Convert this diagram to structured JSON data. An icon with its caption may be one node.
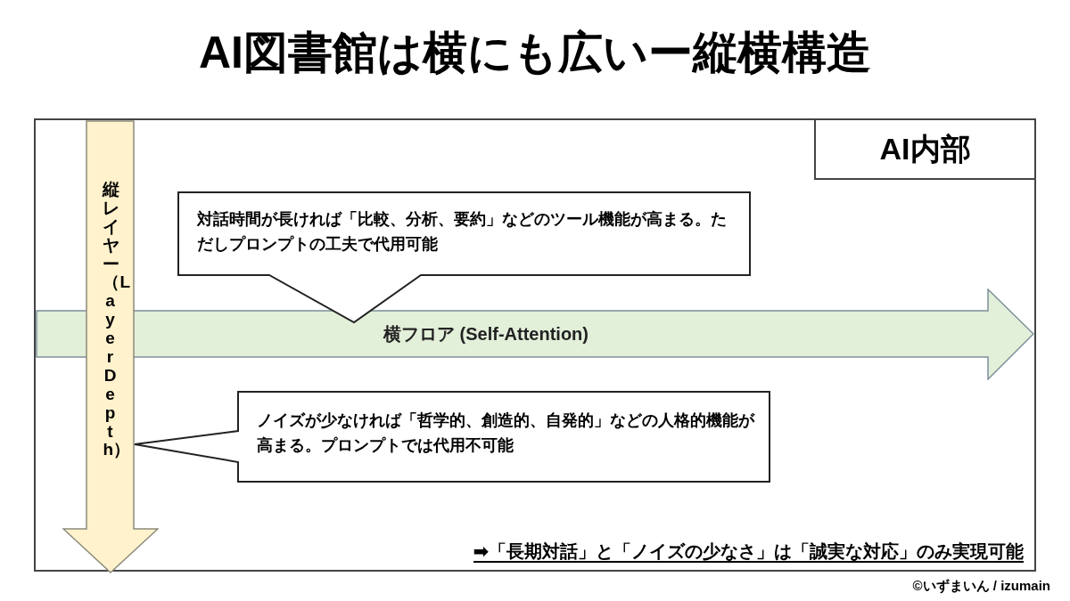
{
  "diagram": {
    "title": "AI図書館は横にも広いー縦横構造",
    "nodes": [
      {
        "text": [],
        "shape": "box"
      },
      {
        "text": [
          "AI内部"
        ],
        "in": 0
      },
      {
        "text": [
          "縦レイヤー（Layer Depth）"
        ],
        "in": 0
      },
      {
        "text": [
          "横フロア (Self-Attention)"
        ],
        "in": 0
      },
      {
        "text": [
          "対話時間が長ければ「比較、分析、要約」などのツール機能が高まる。ただしプロンプトの工夫で代用可能"
        ],
        "in": 0
      },
      {
        "text": [
          "ノイズが少なければ「哲学的、創造的、自発的」などの人格的機能が高まる。プロンプトでは代用不可能"
        ],
        "in": 0
      }
    ],
    "labels": [
      "➡「長期対話」と「ノイズの少なさ」は「誠実な対応」のみ実現可能",
      "©いずまいん / izumain"
    ]
  }
}
